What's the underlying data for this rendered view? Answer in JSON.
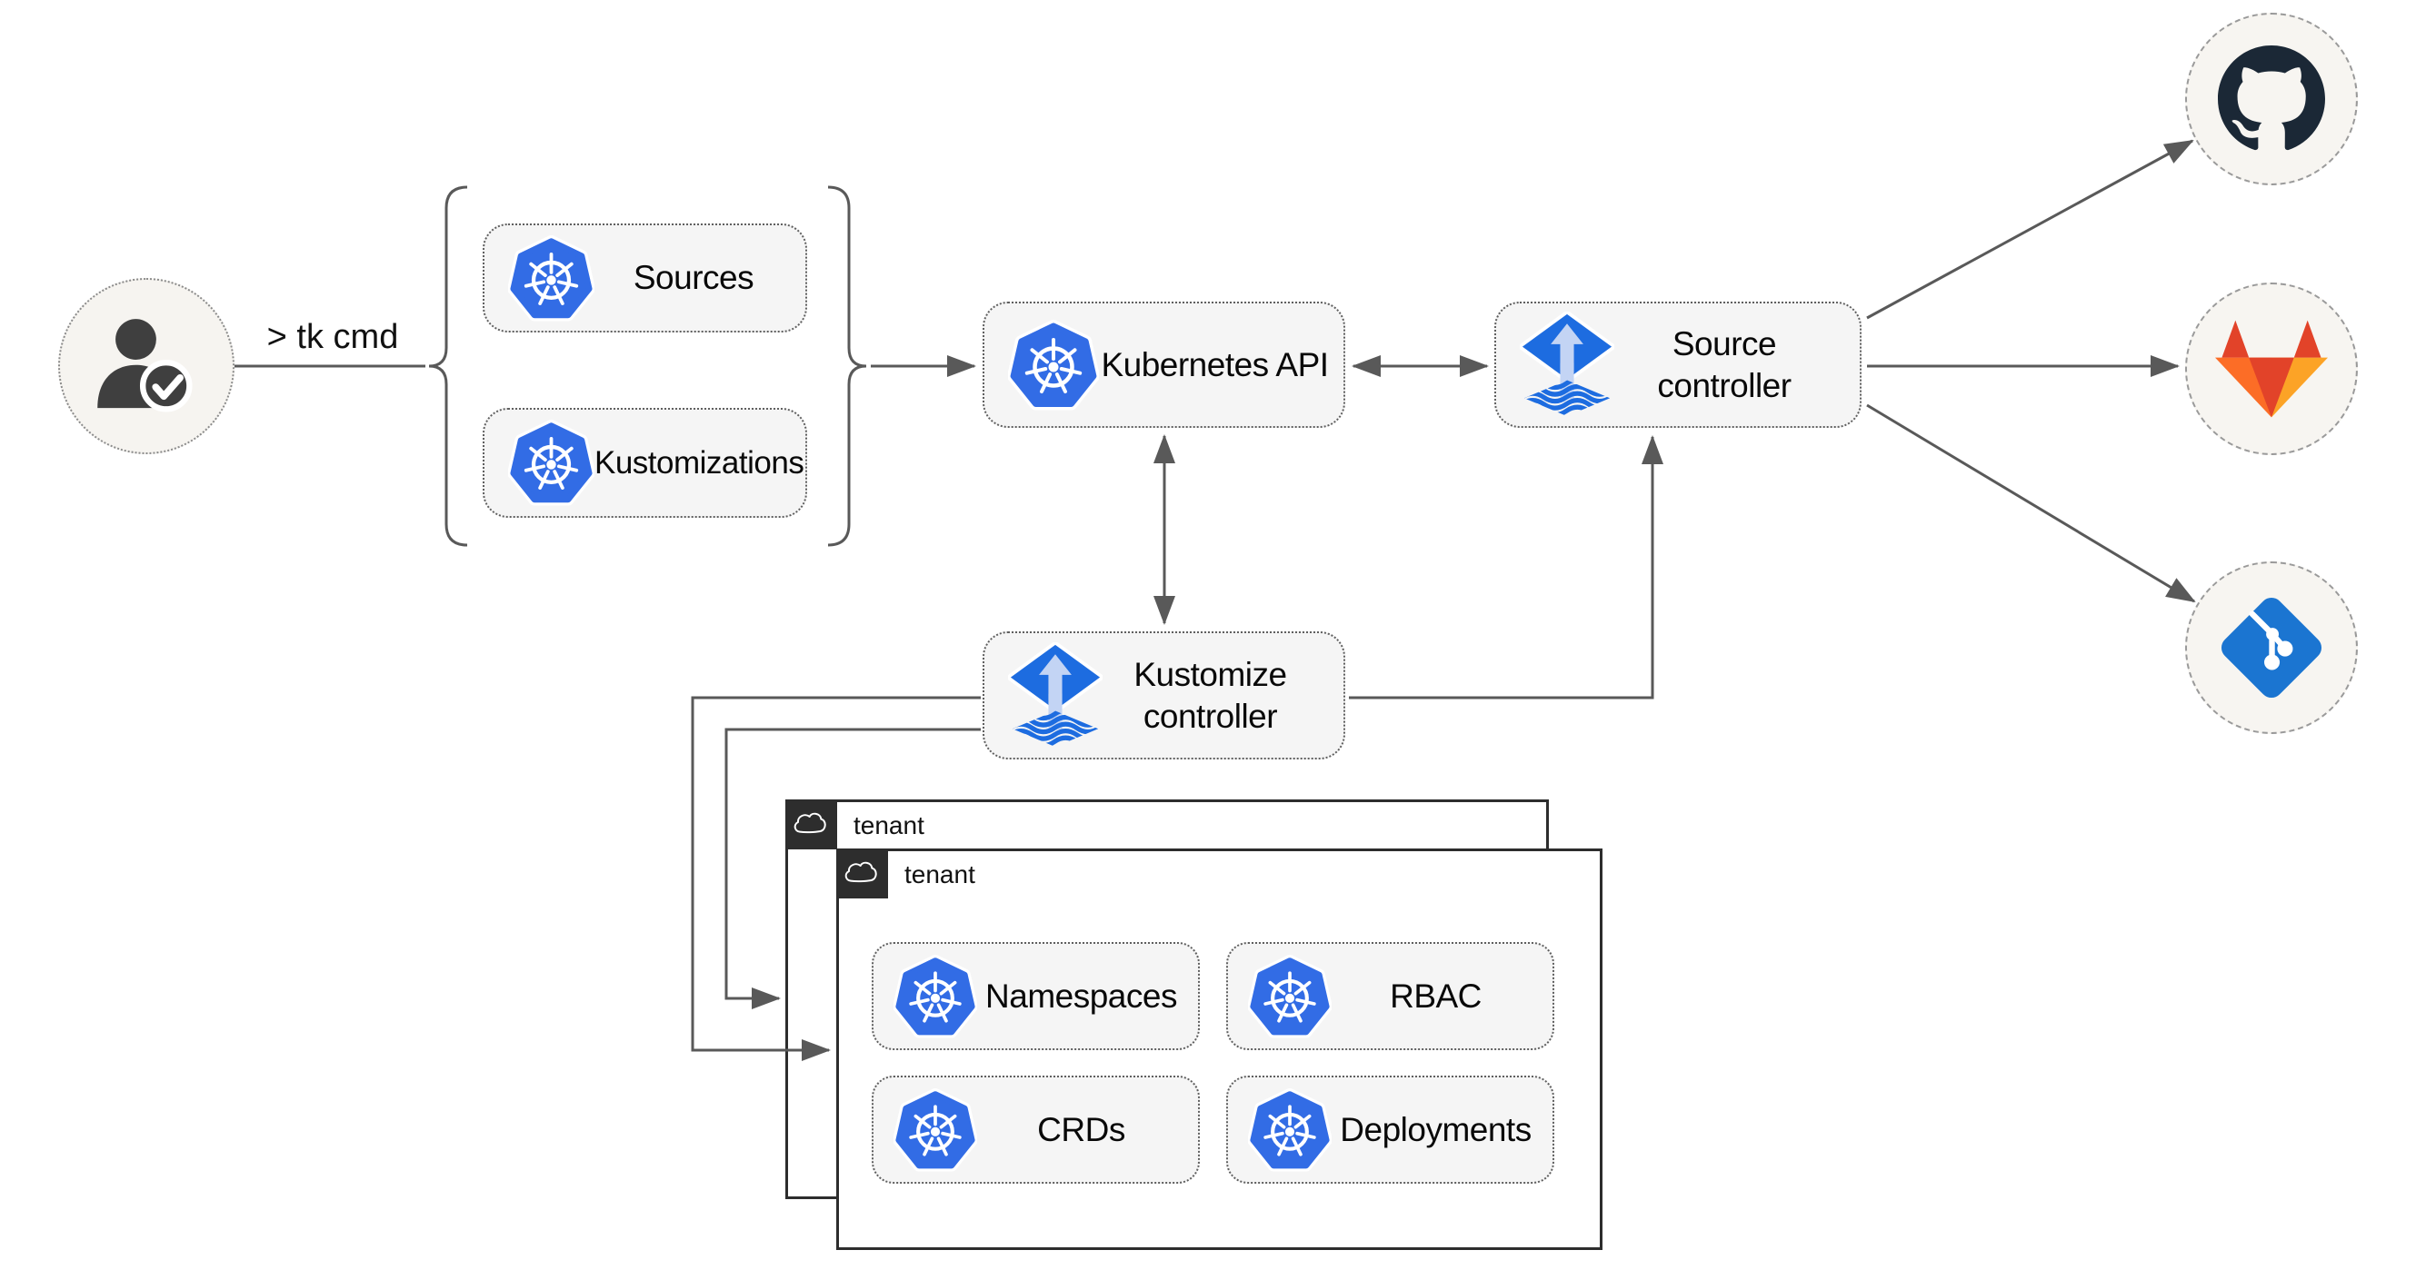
{
  "cli": {
    "label": "> tk cmd"
  },
  "crd_group": {
    "items": [
      {
        "label": "Sources"
      },
      {
        "label": "Kustomizations"
      }
    ]
  },
  "nodes": {
    "kubernetes_api": {
      "label": "Kubernetes API"
    },
    "source_controller": {
      "label": "Source controller"
    },
    "kustomize_controller": {
      "label": "Kustomize controller"
    }
  },
  "providers": [
    {
      "icon": "github-icon"
    },
    {
      "icon": "gitlab-icon"
    },
    {
      "icon": "git-icon"
    }
  ],
  "tenants": {
    "back": {
      "label": "tenant"
    },
    "front": {
      "label": "tenant",
      "resources": [
        {
          "label": "Namespaces"
        },
        {
          "label": "RBAC"
        },
        {
          "label": "CRDs"
        },
        {
          "label": "Deployments"
        }
      ]
    }
  },
  "colors": {
    "kubernetes_blue": "#326ce5",
    "flux_blue": "#1d6ce0",
    "flux_arrow_light": "#c3d4f4",
    "connector_gray": "#595959",
    "node_fill": "#f5f5f5",
    "node_border_dotted": "#5f5f5f",
    "tenant_border": "#2d2d2d",
    "provider_circle_fill": "#f7f5f1",
    "github_dark": "#1b2836",
    "gitlab_red": "#e24329",
    "gitlab_orange": "#fc6d26",
    "gitlab_light_orange": "#fca326",
    "git_blue": "#1b75d1",
    "person_gray": "#3f3f3f"
  }
}
